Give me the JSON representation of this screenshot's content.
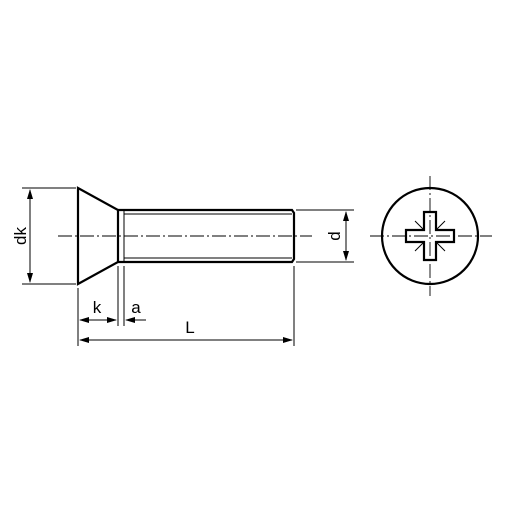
{
  "diagram": {
    "labels": {
      "dk": "dk",
      "d": "d",
      "k": "k",
      "a": "a",
      "L": "L"
    }
  }
}
